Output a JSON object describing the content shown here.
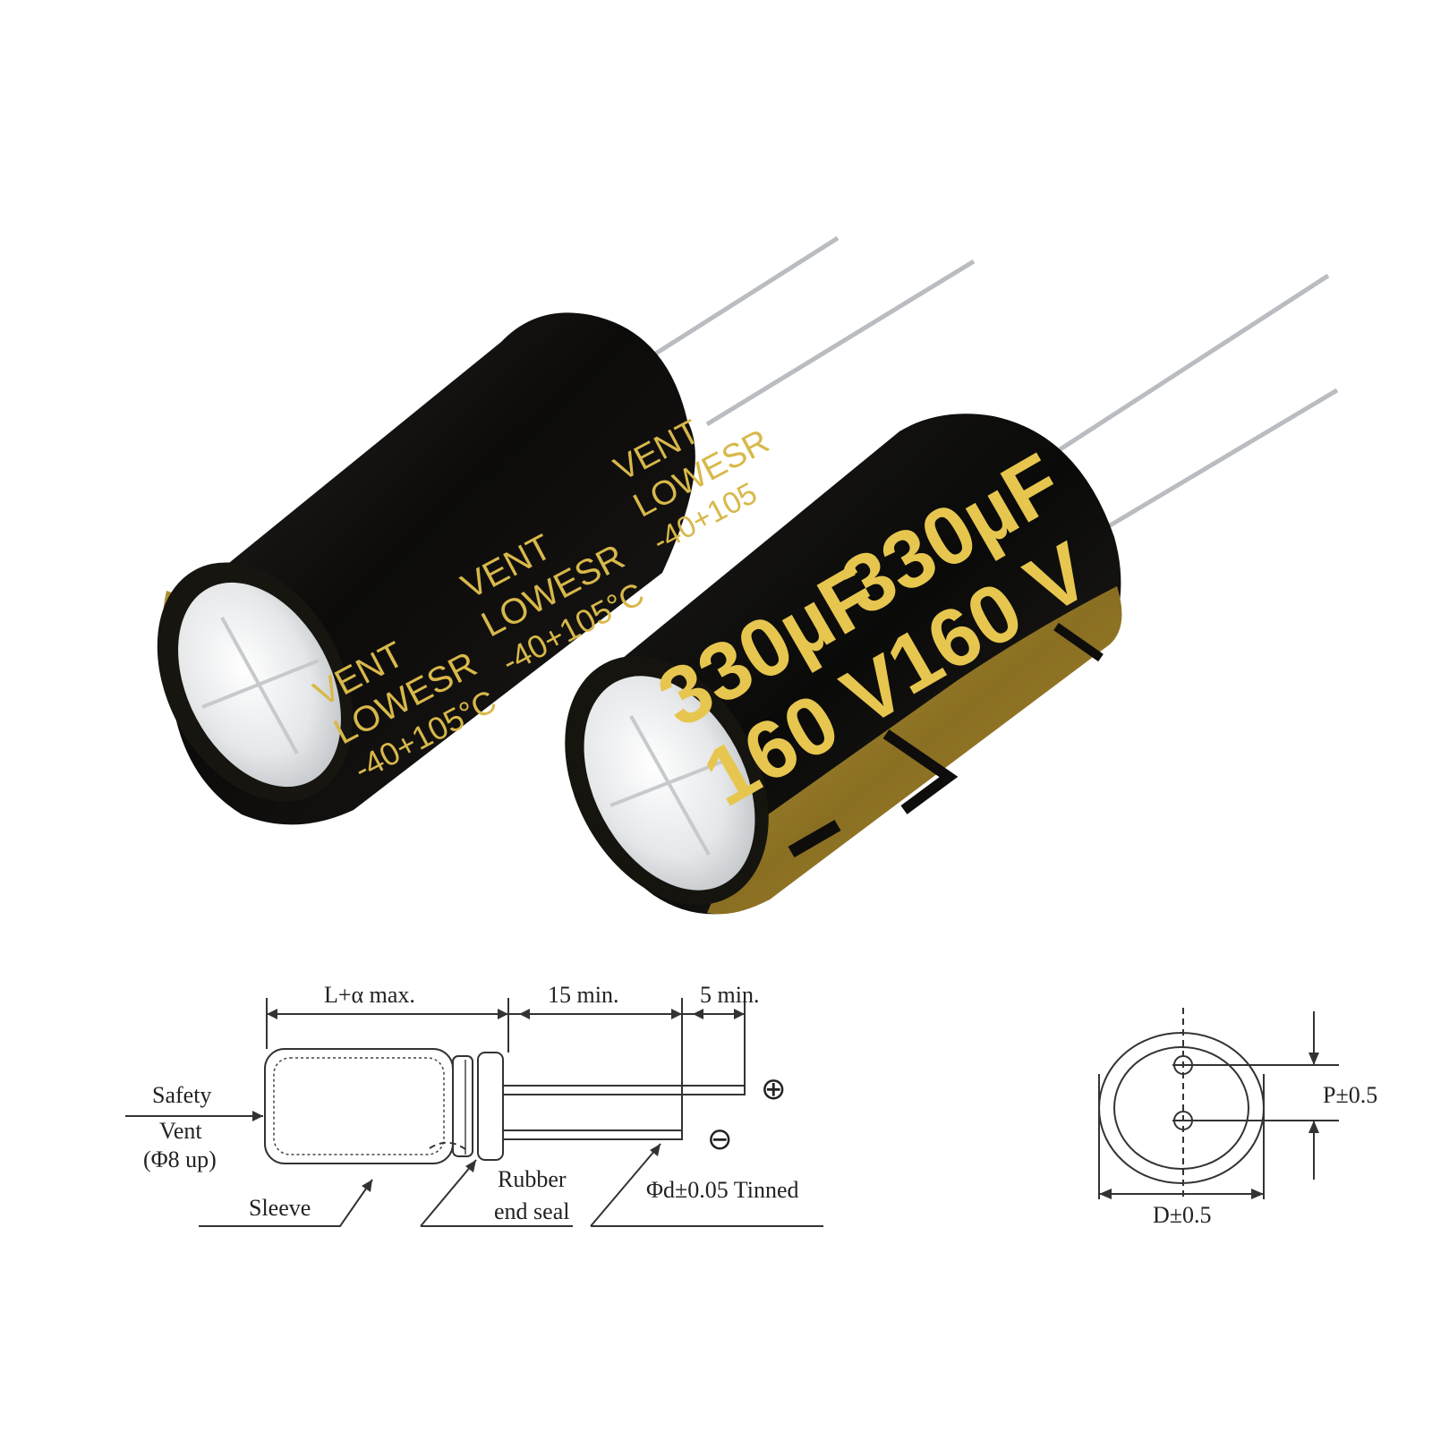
{
  "colors": {
    "body": "#0f0e0c",
    "print_gold": "#d8b84a",
    "stripe_gold": "#9a7e2c",
    "top_aluminum": "#e6e8ea",
    "lead_wire": "#b9bcc0",
    "line": "#333333"
  },
  "capacitor_back": {
    "lines": [
      "VENT",
      "LOWESR",
      "-40+105°C"
    ],
    "side_lines": [
      "VENT",
      "LOWESR",
      "-40+105"
    ]
  },
  "capacitor_front": {
    "capacitance": "330µF",
    "voltage": "160 V",
    "polarity_mark": "−"
  },
  "diagram_side": {
    "length_label": "L+α max.",
    "lead_length_label": "15 min.",
    "lead_diff_label": "5 min.",
    "vent_label_line1": "Safety",
    "vent_label_line2": "Vent",
    "vent_label_line3": "(Φ8 up)",
    "sleeve_label": "Sleeve",
    "seal_label_line1": "Rubber",
    "seal_label_line2": "end seal",
    "lead_label": "Φd±0.05 Tinned",
    "plus_symbol": "⊕",
    "minus_symbol": "⊖"
  },
  "diagram_bottom": {
    "pitch_label": "P±0.5",
    "diameter_label": "D±0.5"
  }
}
